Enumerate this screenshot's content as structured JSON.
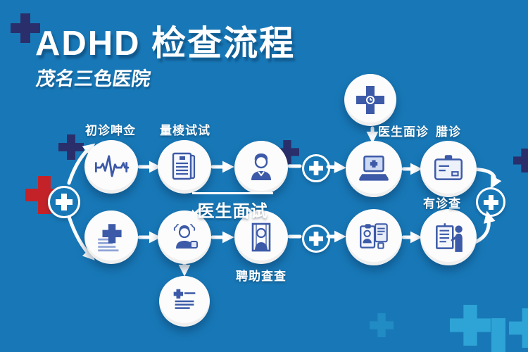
{
  "header": {
    "title": "ADHD 检查流程",
    "subtitle": "茂名三色医院"
  },
  "labels": {
    "step_initial": "初诊呻佥",
    "step_scale_test": "量棱试试",
    "doctor_consult": "医生面诊",
    "diagnosis": "腊诊",
    "doctor_interview": "医生面试",
    "recheck": "有诊查",
    "aux_exam": "聘助查查"
  },
  "flow": {
    "start_icon": "plus-circle-icon",
    "row1": [
      {
        "id": "initial-assessment",
        "icon": "ecg-waveform-icon"
      },
      {
        "id": "scale-test",
        "icon": "document-report-icon"
      },
      {
        "id": "patient",
        "icon": "person-icon"
      },
      {
        "id": "doctor-online",
        "icon": "laptop-medical-icon"
      },
      {
        "id": "registration",
        "icon": "id-badge-icon"
      }
    ],
    "row2": [
      {
        "id": "hospital",
        "icon": "hospital-cross-icon"
      },
      {
        "id": "consultation",
        "icon": "consulting-person-icon"
      },
      {
        "id": "body-scan",
        "icon": "body-scan-icon"
      },
      {
        "id": "medical-records",
        "icon": "clipboard-documents-icon"
      },
      {
        "id": "report-review",
        "icon": "person-chart-icon"
      }
    ],
    "extra": [
      {
        "id": "medical-cross-top",
        "icon": "medical-cross-icon"
      },
      {
        "id": "medical-report-bottom",
        "icon": "medical-report-icon"
      }
    ],
    "end_icon": "plus-circle-icon"
  },
  "colors": {
    "background": "#1878b7",
    "node_fill": "#fcfcfc",
    "icon_blue": "#3d5aa8",
    "icon_light": "#dfe6f5",
    "arrow_white": "#ffffff",
    "navy_cross": "#2a2f6b",
    "red_cross": "#c32328",
    "cyan_cross": "#2ea3d5",
    "text_white": "#ffffff"
  }
}
